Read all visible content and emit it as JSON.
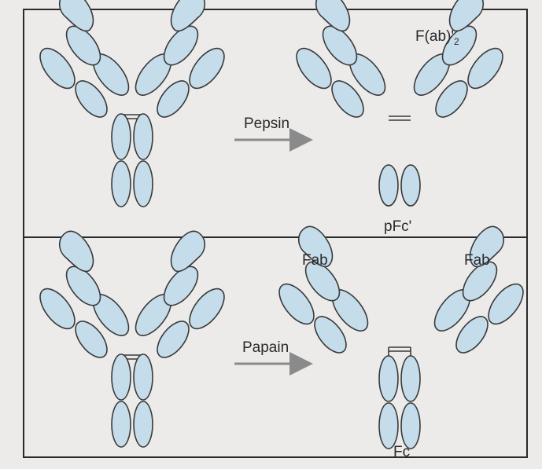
{
  "colors": {
    "domain_fill": "#c5dceb",
    "outline": "#3a3a3a",
    "arrow": "#8a8a8a",
    "frame": "#2a2a2a",
    "page": "#ecebe9"
  },
  "panels": {
    "pepsin": {
      "enzyme": "Pepsin",
      "product_fab2": "F(ab)'",
      "product_fab2_sub": "2",
      "product_fc": "pFc'"
    },
    "papain": {
      "enzyme": "Papain",
      "product_fab_left": "Fab",
      "product_fab_right": "Fab",
      "product_fc": "Fc"
    }
  }
}
